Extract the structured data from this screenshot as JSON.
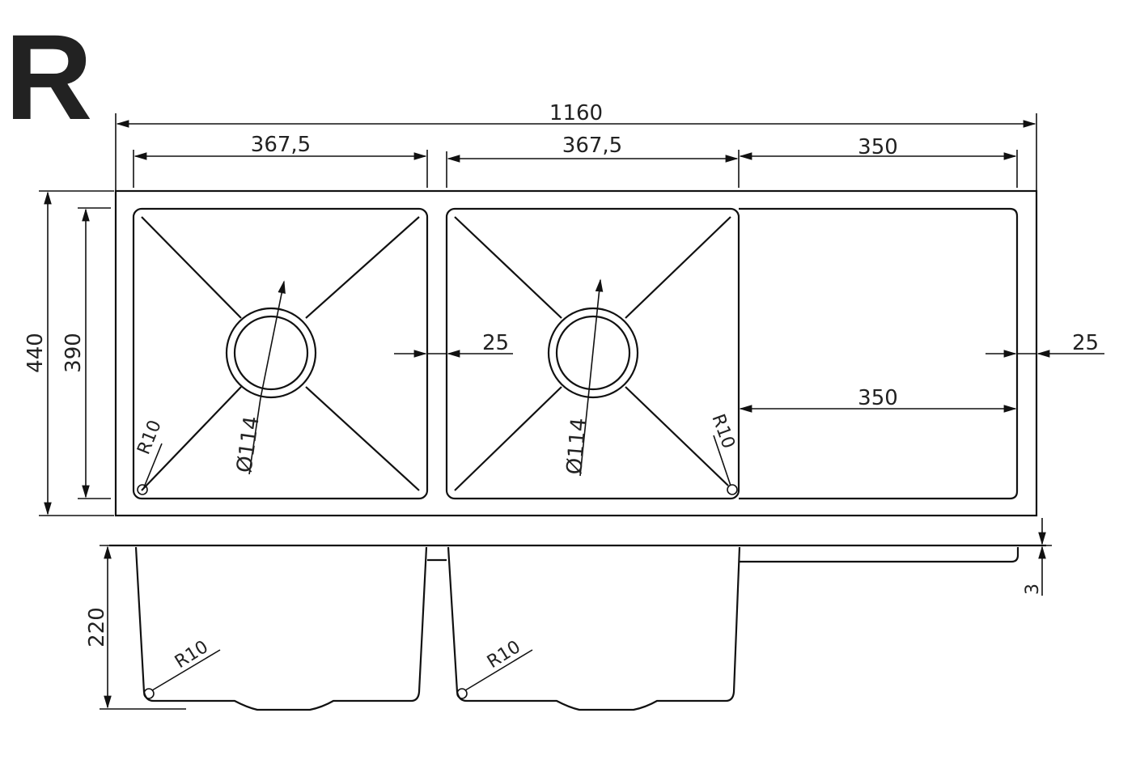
{
  "title_letter": "R",
  "colors": {
    "line": "#111111",
    "background": "#ffffff",
    "letter": "#222222"
  },
  "top_view": {
    "overall_width": "1160",
    "bowl1_width": "367,5",
    "bowl2_width": "367,5",
    "drainer_width": "350",
    "overall_depth": "440",
    "bowl_depth": "390",
    "gap_between_bowls": "25",
    "edge_margin_right": "25",
    "drainer_inner_width": "350",
    "bowl1_corner_radius": "R10",
    "bowl2_corner_radius": "R10",
    "bowl1_drain_diameter": "Ø114",
    "bowl2_drain_diameter": "Ø114"
  },
  "side_view": {
    "bowl_height": "220",
    "rim_thickness": "3",
    "bowl1_corner_radius": "R10",
    "bowl2_corner_radius": "R10"
  }
}
